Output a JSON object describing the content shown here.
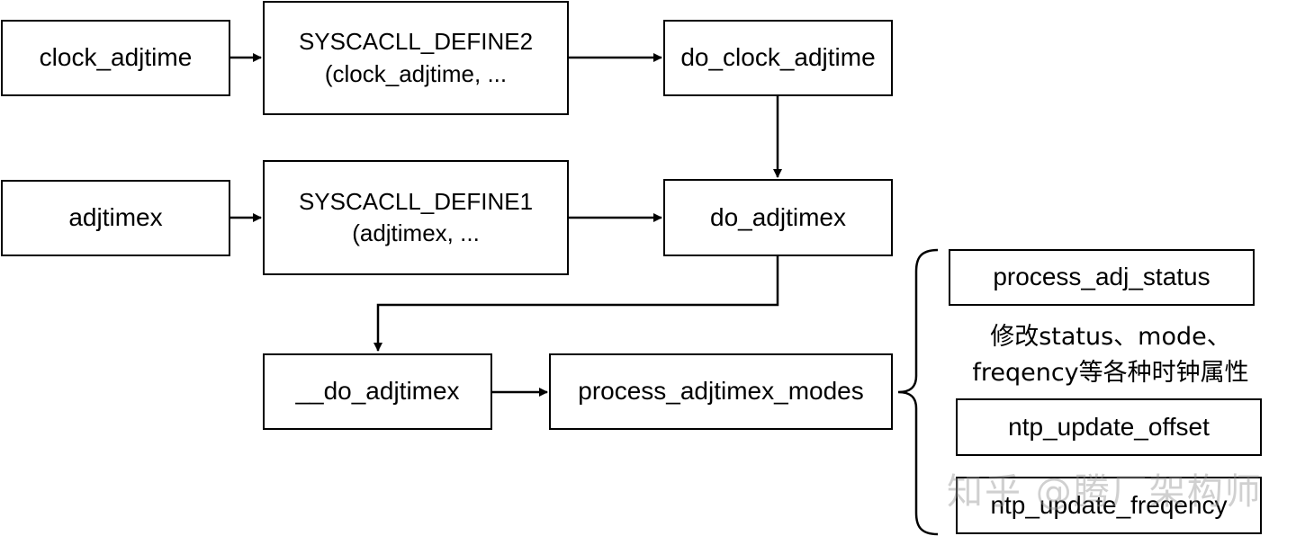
{
  "nodes": {
    "clock_adjtime": "clock_adjtime",
    "syscall_define2_line1": "SYSCACLL_DEFINE2",
    "syscall_define2_line2": "(clock_adjtime, ...",
    "do_clock_adjtime": "do_clock_adjtime",
    "adjtimex": "adjtimex",
    "syscall_define1_line1": "SYSCACLL_DEFINE1",
    "syscall_define1_line2": "(adjtimex, ...",
    "do_adjtimex": "do_adjtimex",
    "__do_adjtimex": "__do_adjtimex",
    "process_adjtimex_modes": "process_adjtimex_modes",
    "process_adj_status": "process_adj_status",
    "ntp_update_offset": "ntp_update_offset",
    "ntp_update_freqency": "ntp_update_freqency"
  },
  "note": {
    "line1": "修改status、mode、",
    "line2": "freqency等各种时钟属性"
  },
  "watermark": "知乎 @腾厂架构师",
  "colors": {
    "stroke": "#000000",
    "background": "#ffffff"
  }
}
